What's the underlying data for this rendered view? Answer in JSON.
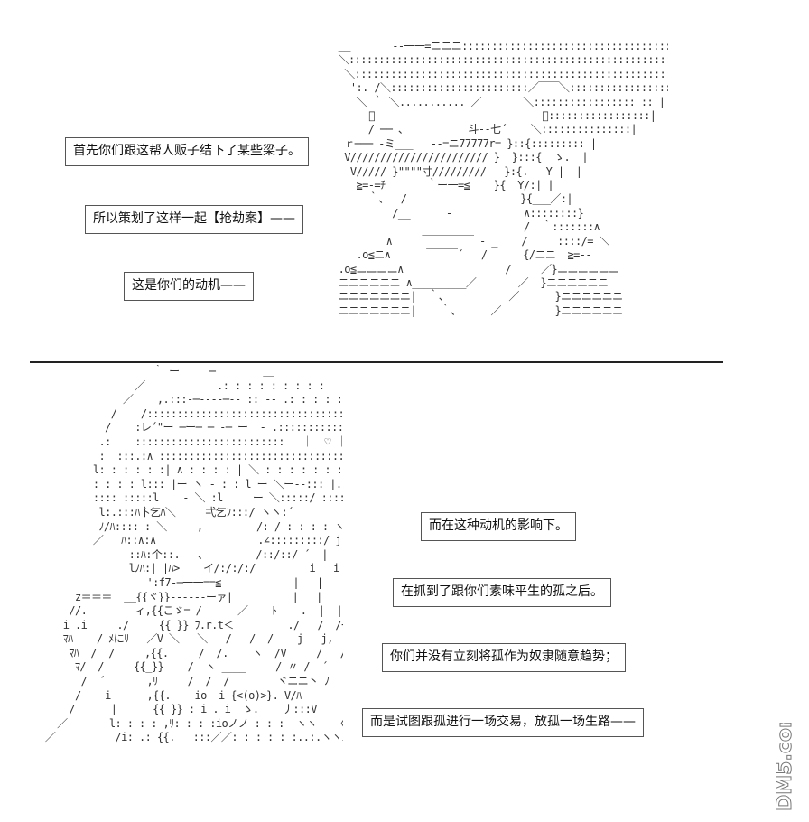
{
  "captions": [
    "首先你们跟这帮人贩子结下了某些梁子。",
    "所以策划了这样一起【抢劫案】——",
    "这是你们的动机——",
    "而在这种动机的影响下。",
    "在抓到了跟你们素味平生的孤之后。",
    "你们并没有立刻将孤作为奴隶随意趋势；",
    "而是试图跟孤进行一场交易，放孤一场生路——"
  ],
  "watermark": "DM5.com",
  "art_top": " __       --一一=ニニニ::::::::::::::::::::::::::::::::::::::: ￣￣￣￣￣.\n ＼::::::::::::::::::::::::::::::::::::::::::::::::::::::::::::::::::::::::::::::::::｀|\n  ＼:::::::::::::::::::::::::::::::::::::::::::::::::::::::::::::::::::::::::::::::::::::|\n   ':. /＼:::::::::::::::::::::::／￣￣＼::::::::::::::::::::::::: |\n    ＼ ｀ ＼........... ／       ＼::::::::::::::::: :: |\n      ﾞ                            ＼:::::::::::::::::|\n      / ── 、          斗--七´    ＼:::::::::::::::|\n  ｒ─── -ミ___   --=ニ77777r= }::{::::::::: |\n  V/////////////////////// }  }:::{  ゝ.  |\n   V///// }\"\"\"\"寸/////////   }:{.   Y |  |\n    ≧=-=ﾁ       ｀ー一=≦    }{  Y/:| |\n      ｀、  /                   }{___／:|\n          /__      -            ∧::::::::}\n                                /  ｀:::::::∧\n         ∧     ￣￣￣￣￣ - _    /     ::::/= ＼\n    .o≦ニ∧      ￣￣￣´   /      {/ニニ  ≧=--\n .o≦ニニニニ∧                 /     ／}ニニニニニニ\n ニニニニニニ ∧_________／       ／  }ニニニニニニ\n ニニニニニニニ|  ｀、          ／      }ニニニニニニ\n ニニニニニニニ|    ｀、     ／         }ニニニニニニ",
  "art_bottom": "                     ｀ ー     ─        ＿\n                  ／            .: : : : : : : : :       ｀丶、\n                ／    ,.:::-─‐‐‐‐─-- :: ‐- .: : : : :  ＼\n              /    /:::::::::::::::::::::::::::::::::::ヽ::::::::::::::ヽ\n             /    :レ´\"ー ─ー─ ─ -─ ー  ‐ .::::::::::::.\n            .:    :::::::::::::::::::::::::   ｜  ♡ ｜::::::::::::::\n            :  :::.:∧ ::::::::::::::::::::::::::::::::::::: ii｜:::::::\n           l: : : : : :| ∧ : : : : | ＼ : : : : : : : | : ll_ : : : : l\n           : : : : l::: |ー ヽ ‐ : : l ー ＼ー--::: |.: :l l:::::::::\n           :::: :::::l    ‐ ＼ :l     ー ＼:::::/ ::::ﾉ l : ::/ ::\n            l:.:::ﾊ卞乞ﾊ＼     弌乞ﾌ:::/ ヽヽ:´\n            ﾉ/ﾊ:::: : ＼     ,         /: / : : : : ヽヽ\n           ／   ﾊ::∧:∧                 .∠:::::::::/ j  j\n                 ::ﾊ:个::.   、        /::/::/ ´  |   |\n                 lﾉﾊ:| |ﾊ>    イ/:/:/:/         i   i\n                    ':f7-─一一==≦            |   |\n        z＝＝＝  __{{ヾ}}------ーァ|          |   |\n       //.        ィ,{{こゞ= /      ／    ﾄ    .  |  |\n      i .i     ./     {{_}} ﾌ.r.t＜__       ./   /  /ｰ|  |\n      ﾏﾊ    / ﾒにﾘ   ／V ＼   ＼   /   /  /    j   j,\n       ﾏﾊ  /  /     ,{{.     /  /.    ヽ  /V     /   /  /\n        ﾏ/  /     {{_}}    /  ヽ ____     / 〃 /  ´     |\n         /  ´       ,ﾘ     /  /  /        ヾニニ丶_ﾉ       .|\n        /    i      ,{{.    io  i {<(o)>}. V/ﾊ            |\n       /      |      {{_}} : i . i  ゝ.____丿:::V           |\n     ／       l: : : : ,ﾘ: : : :ioノノ : : :  ヽヽ   〈        |\n   ／          /i: .:_{{.   :::／／: : : : : :..:.ヽヽi         |"
}
